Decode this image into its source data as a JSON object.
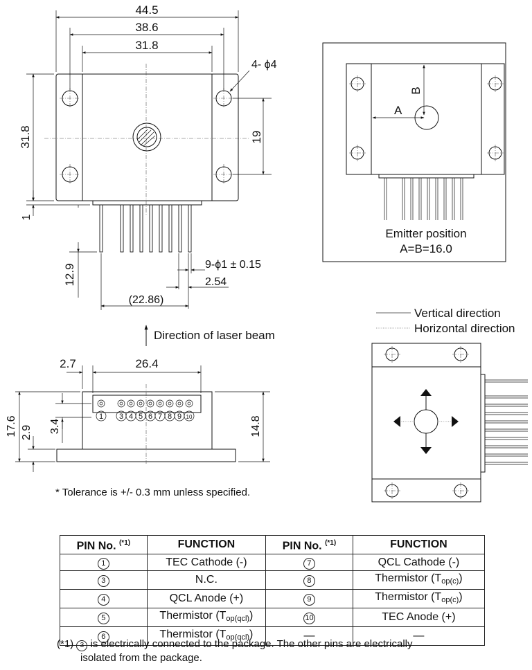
{
  "dimensions": {
    "width_total": "44.5",
    "width_holes": "38.6",
    "width_body": "31.8",
    "holes": "4- ϕ4",
    "height_body": "31.8",
    "hole_spacing": "19",
    "gap": "1",
    "pin_length": "12.9",
    "pin_spec": "9-ϕ1 ± 0.15",
    "pin_pitch": "2.54",
    "pin_span": "(22.86)",
    "side_offset": "2.7",
    "side_span": "26.4",
    "side_total_h": "17.6",
    "side_base": "2.9",
    "side_pin_h": "3.4",
    "side_body_h": "14.8"
  },
  "labels": {
    "laser_direction": "Direction of laser beam",
    "emitter_title": "Emitter position",
    "emitter_value": "A=B=16.0",
    "emitter_a": "A",
    "emitter_b": "B",
    "legend_vertical": "Vertical direction",
    "legend_horizontal": "Horizontal direction",
    "tolerance": "* Tolerance is +/- 0.3 mm unless specified."
  },
  "side_pins": [
    "1",
    "3",
    "4",
    "5",
    "6",
    "7",
    "8",
    "9",
    "10"
  ],
  "pin_table": {
    "header_pin": "PIN No.",
    "header_note": "(*1)",
    "header_function": "FUNCTION",
    "rows": [
      {
        "pin_a": "1",
        "fn_a": "TEC Cathode (-)",
        "pin_b": "7",
        "fn_b": "QCL Cathode (-)"
      },
      {
        "pin_a": "3",
        "fn_a": "N.C.",
        "pin_b": "8",
        "fn_b": "Thermistor (T",
        "fn_b_sub": "op(c)",
        "fn_b_end": ")"
      },
      {
        "pin_a": "4",
        "fn_a": "QCL Anode (+)",
        "pin_b": "9",
        "fn_b": "Thermistor (T",
        "fn_b_sub": "op(c)",
        "fn_b_end": ")"
      },
      {
        "pin_a": "5",
        "fn_a": "Thermistor (T",
        "fn_a_sub": "op(qcl)",
        "fn_a_end": ")",
        "pin_b": "10",
        "fn_b": "TEC Anode (+)"
      },
      {
        "pin_a": "6",
        "fn_a": "Thermistor (T",
        "fn_a_sub": "op(qcl)",
        "fn_a_end": ")",
        "pin_b": "—",
        "fn_b": "—"
      }
    ]
  },
  "footnote": {
    "marker": "(*1)",
    "pin": "3",
    "line1": "is electrically connected to the package. The other pins are electrically",
    "line2": "isolated from the package."
  }
}
